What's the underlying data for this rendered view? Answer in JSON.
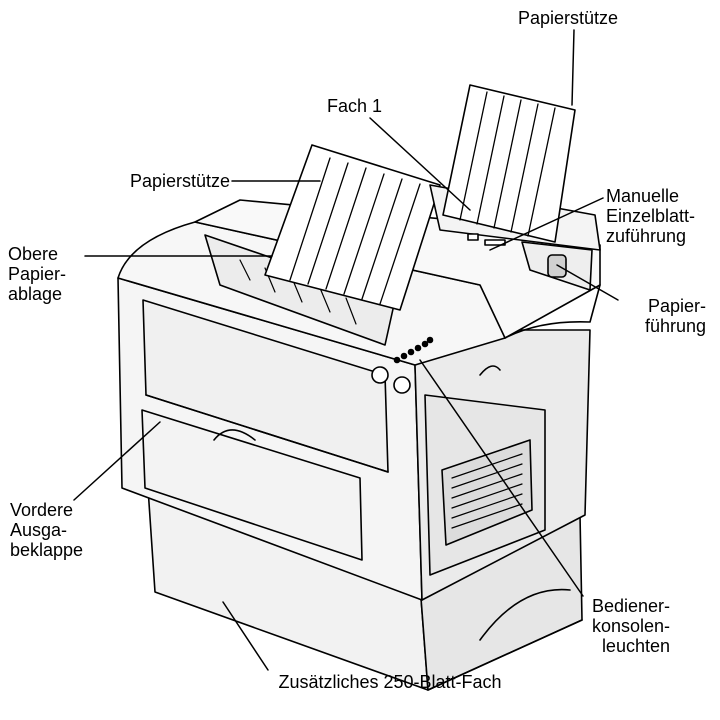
{
  "callouts": {
    "paper_support_rear": "Papierstütze",
    "tray_1": "Fach 1",
    "paper_support_front": "Papierstütze",
    "manual_feed": [
      "Manuelle",
      "Einzelblatt-",
      "zuführung"
    ],
    "top_output_bin": [
      "Obere",
      "Papier-",
      "ablage"
    ],
    "paper_guide": [
      "Papier-",
      "führung"
    ],
    "front_output_door": [
      "Vordere",
      "Ausga-",
      "beklappe"
    ],
    "operator_panel_lights": [
      "Bediener-",
      "konsolen-",
      "leuchten"
    ],
    "optional_tray": "Zusätzliches 250-Blatt-Fach"
  },
  "colors": {
    "line": "#000000",
    "body": "#f2f2f2",
    "shadow": "#d9d9d9",
    "paper": "#ffffff"
  }
}
